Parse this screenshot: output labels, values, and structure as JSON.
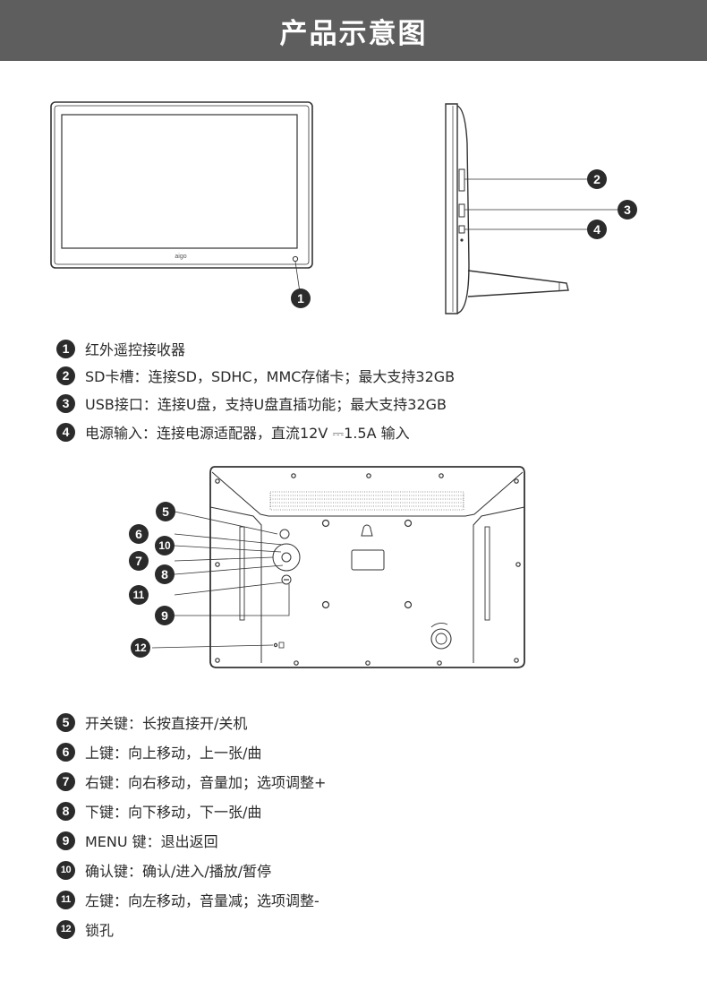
{
  "header": {
    "title": "产品示意图"
  },
  "front_view": {
    "brand_logo": "aigo"
  },
  "callouts": {
    "c1": "1",
    "c2": "2",
    "c3": "3",
    "c4": "4",
    "c5": "5",
    "c6": "6",
    "c7": "7",
    "c8": "8",
    "c9": "9",
    "c10": "10",
    "c11": "11",
    "c12": "12"
  },
  "legend_top": [
    {
      "num": "1",
      "text": "红外遥控接收器"
    },
    {
      "num": "2",
      "text": "SD卡槽：连接SD，SDHC，MMC存储卡；最大支持32GB"
    },
    {
      "num": "3",
      "text": "USB接口：连接U盘，支持U盘直插功能；最大支持32GB"
    },
    {
      "num": "4",
      "text": "电源输入：连接电源适配器，直流12V ⎓1.5A 输入"
    }
  ],
  "legend_bottom": [
    {
      "num": "5",
      "text": "开关键：长按直接开/关机"
    },
    {
      "num": "6",
      "text": "上键：向上移动，上一张/曲"
    },
    {
      "num": "7",
      "text": "右键：向右移动，音量加；选项调整+"
    },
    {
      "num": "8",
      "text": "下键：向下移动，下一张/曲"
    },
    {
      "num": "9",
      "text": "MENU 键：退出返回"
    },
    {
      "num": "10",
      "text": "确认键：确认/进入/播放/暂停"
    },
    {
      "num": "11",
      "text": "左键：向左移动，音量减；选项调整-"
    },
    {
      "num": "12",
      "text": "锁孔"
    }
  ]
}
